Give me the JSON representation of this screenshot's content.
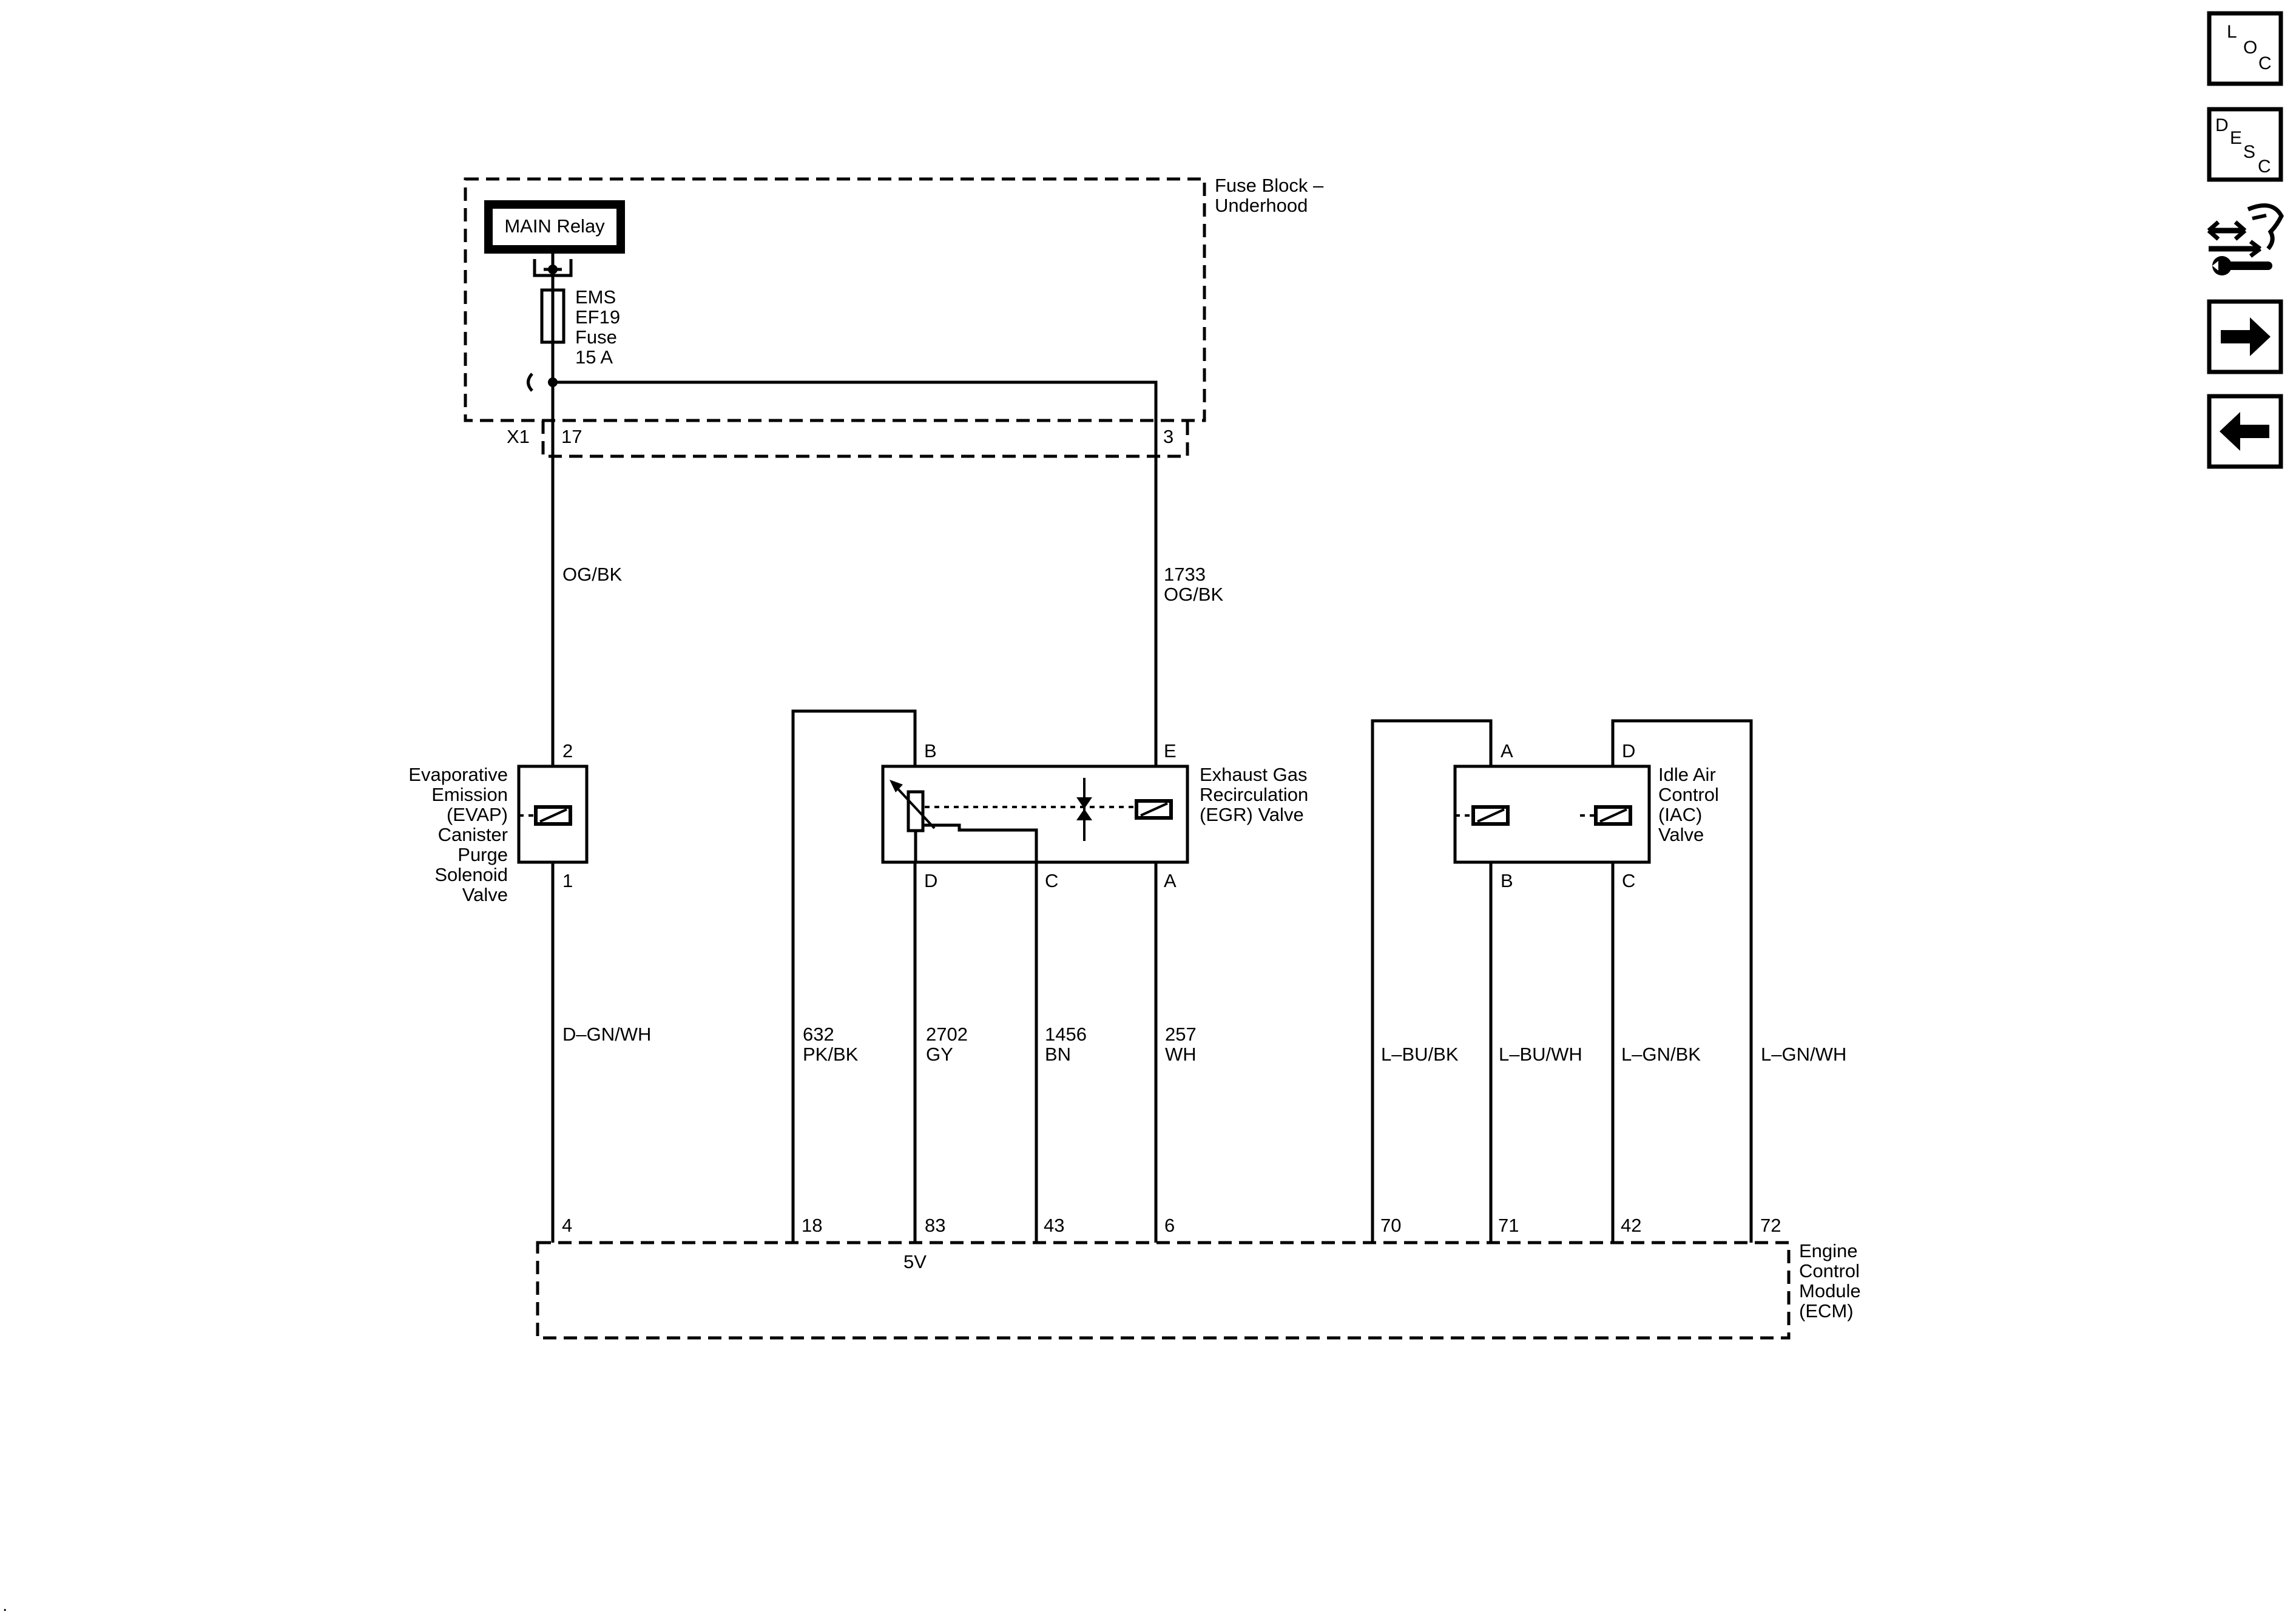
{
  "fuse_block": {
    "name_line1": "Fuse Block –",
    "name_line2": "Underhood",
    "relay": "MAIN Relay",
    "fuse_line1": "EMS",
    "fuse_line2": "EF19",
    "fuse_line3": "Fuse",
    "fuse_line4": "15 A",
    "connector": "X1",
    "pin_left": "17",
    "pin_right": "3"
  },
  "wires": {
    "evap_feed": "OG/BK",
    "egr_feed_circuit": "1733",
    "egr_feed_color": "OG/BK",
    "evap_ctrl": "D–GN/WH",
    "egr_632_circuit": "632",
    "egr_632_color": "PK/BK",
    "egr_2702_circuit": "2702",
    "egr_2702_color": "GY",
    "egr_1456_circuit": "1456",
    "egr_1456_color": "BN",
    "egr_257_circuit": "257",
    "egr_257_color": "WH",
    "iac_70": "L–BU/BK",
    "iac_71": "L–BU/WH",
    "iac_42": "L–GN/BK",
    "iac_72": "L–GN/WH"
  },
  "evap": {
    "line1": "Evaporative",
    "line2": "Emission",
    "line3": "(EVAP)",
    "line4": "Canister",
    "line5": "Purge",
    "line6": "Solenoid",
    "line7": "Valve",
    "pin_top": "2",
    "pin_bottom": "1"
  },
  "egr": {
    "line1": "Exhaust Gas",
    "line2": "Recirculation",
    "line3": "(EGR) Valve",
    "pin_b": "B",
    "pin_e": "E",
    "pin_d": "D",
    "pin_c": "C",
    "pin_a": "A"
  },
  "iac": {
    "line1": "Idle Air",
    "line2": "Control",
    "line3": "(IAC)",
    "line4": "Valve",
    "pin_a": "A",
    "pin_d": "D",
    "pin_b": "B",
    "pin_c": "C"
  },
  "ecm": {
    "line1": "Engine",
    "line2": "Control",
    "line3": "Module",
    "line4": "(ECM)",
    "ref_5v": "5V",
    "pins": [
      "4",
      "18",
      "83",
      "43",
      "6",
      "70",
      "71",
      "42",
      "72"
    ]
  },
  "nav": {
    "loc_l": "L",
    "loc_o": "O",
    "loc_c": "C",
    "desc_d": "D",
    "desc_e": "E",
    "desc_s": "S",
    "desc_c": "C",
    "connector_icon": "connector-wrench-icon",
    "next_icon": "arrow-right-icon",
    "prev_icon": "arrow-left-icon"
  },
  "footer_mark": "."
}
